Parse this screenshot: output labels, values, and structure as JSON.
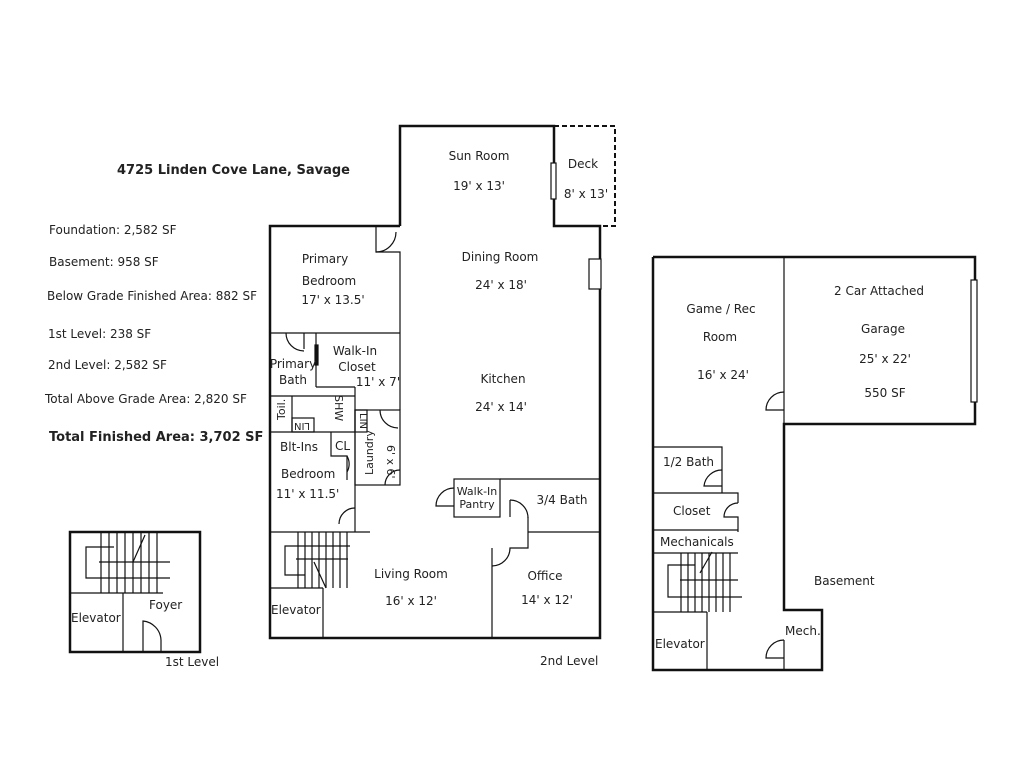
{
  "title": "4725 Linden Cove Lane, Savage",
  "summary": {
    "foundation": "Foundation: 2,582 SF",
    "basement": "Basement: 958 SF",
    "below_grade": "Below Grade Finished Area: 882 SF",
    "first_level": "1st Level:  238 SF",
    "second_level": "2nd Level: 2,582 SF",
    "total_above": "Total Above Grade Area: 2,820 SF",
    "total_finished": "Total Finished Area: 3,702 SF"
  },
  "first_level": {
    "caption": "1st Level",
    "rooms": {
      "elevator": "Elevator",
      "foyer": "Foyer"
    }
  },
  "second_level": {
    "caption": "2nd Level",
    "rooms": {
      "sun_room": {
        "name": "Sun Room",
        "dims": "19' x 13'"
      },
      "deck": {
        "name": "Deck",
        "dims": "8' x 13'"
      },
      "primary_bedroom": {
        "name1": "Primary",
        "name2": "Bedroom",
        "dims": "17' x 13.5'"
      },
      "dining_room": {
        "name": "Dining Room",
        "dims": "24' x 18'"
      },
      "walk_in_closet": {
        "name1": "Walk-In",
        "name2": "Closet",
        "dims": "11' x 7'"
      },
      "primary_bath": {
        "name1": "Primary",
        "name2": "Bath"
      },
      "toilet": "Toil.",
      "lin1": "LIN",
      "shw": "SHW",
      "lin2": "LIN",
      "laundry": {
        "name": "Laundry",
        "dims": "6' x 6'"
      },
      "built_ins": "Blt-Ins",
      "cl": "CL",
      "bedroom": {
        "name": "Bedroom",
        "dims": "11' x 11.5'"
      },
      "kitchen": {
        "name": "Kitchen",
        "dims": "24' x 14'"
      },
      "walk_in_pantry": {
        "name1": "Walk-In",
        "name2": "Pantry"
      },
      "three_quarter_bath": "3/4 Bath",
      "living_room": {
        "name": "Living Room",
        "dims": "16' x 12'"
      },
      "office": {
        "name": "Office",
        "dims": "14' x 12'"
      },
      "elevator": "Elevator"
    }
  },
  "basement_level": {
    "caption": "Basement",
    "rooms": {
      "game_rec": {
        "name1": "Game / Rec",
        "name2": "Room",
        "dims": "16' x 24'"
      },
      "garage": {
        "name1": "2 Car Attached",
        "name2": "Garage",
        "dims": "25' x 22'",
        "area": "550 SF"
      },
      "half_bath": "1/2 Bath",
      "closet": "Closet",
      "mechanicals": "Mechanicals",
      "elevator": "Elevator",
      "mech": "Mech."
    }
  }
}
